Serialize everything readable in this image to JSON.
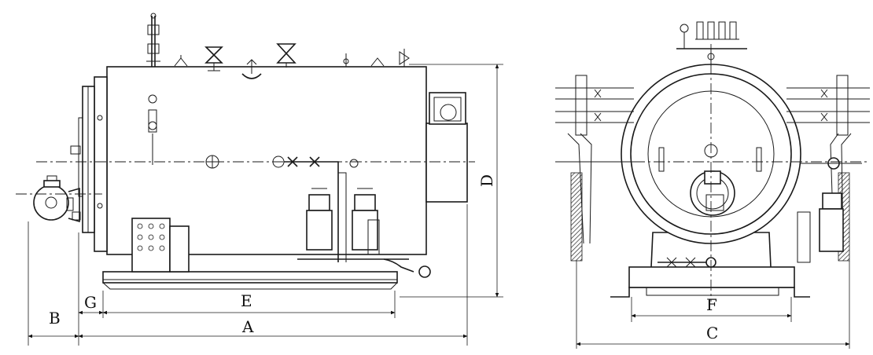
{
  "dimensions": {
    "A": "A",
    "B": "B",
    "C": "C",
    "D": "D",
    "E": "E",
    "F": "F",
    "G": "G"
  }
}
